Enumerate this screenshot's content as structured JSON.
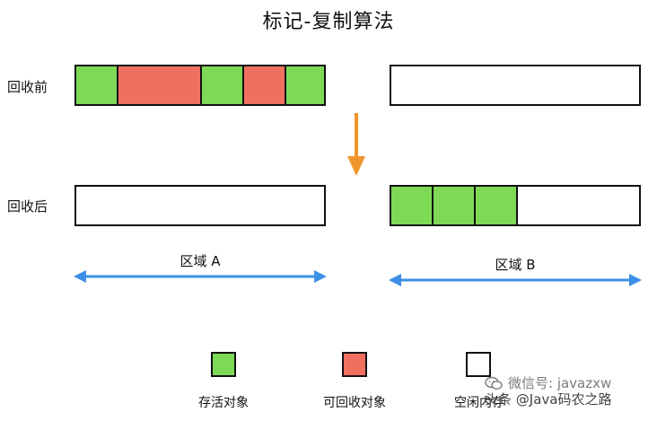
{
  "title": "标记-复制算法",
  "rows": {
    "before_label": "回收前",
    "after_label": "回收后"
  },
  "bars": {
    "region_a_before": [
      "live",
      "dead",
      "live",
      "dead",
      "live"
    ],
    "region_b_before": [],
    "region_a_after": [],
    "region_b_after": [
      "live",
      "live",
      "live",
      "free"
    ]
  },
  "regions": {
    "a_label": "区域 A",
    "b_label": "区域 B"
  },
  "legend": {
    "live_label": "存活对象",
    "dead_label": "可回收对象",
    "free_label": "空闲内存"
  },
  "watermark": {
    "wechat_line": "微信号: javazxw",
    "source_line": "头条 @Java码农之路"
  },
  "colors": {
    "live": "#7ed957",
    "dead": "#f07060",
    "free": "#ffffff",
    "arrow_down": "#f0952a",
    "region_arrow": "#3d8fe6"
  },
  "icons": {
    "watermark_logo": "wechat-logo-icon"
  }
}
